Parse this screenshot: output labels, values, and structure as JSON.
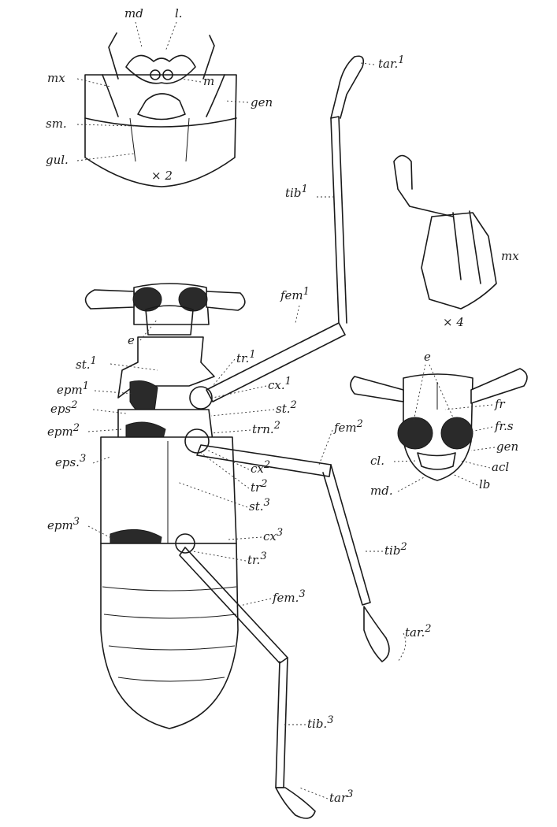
{
  "scales": {
    "head_ventral": "× 2",
    "maxilla": "× 4"
  },
  "head_ventral_labels": {
    "md": "md",
    "l": "l.",
    "mx": "mx",
    "m": "m",
    "gen": "gen",
    "sm": "sm.",
    "gul": "gul."
  },
  "maxilla_labels": {
    "mx": "mx"
  },
  "head_front_labels": {
    "e": "e",
    "fr": "fr",
    "frs": "fr.s",
    "gen": "gen",
    "acl": "acl",
    "cl": "cl.",
    "lb": "lb",
    "md": "md."
  },
  "body_left_labels": {
    "e": "e",
    "st1": "st.",
    "st1_sup": "1",
    "epm1": "epm",
    "epm1_sup": "1",
    "eps2": "eps",
    "eps2_sup": "2",
    "epm2": "epm",
    "epm2_sup": "2",
    "eps3": "eps.",
    "eps3_sup": "3",
    "epm3": "epm",
    "epm3_sup": "3"
  },
  "leg1_labels": {
    "tar1": "tar.",
    "tar1_sup": "1",
    "tib1": "tib",
    "tib1_sup": "1",
    "fem1": "fem",
    "fem1_sup": "1",
    "tr1": "tr.",
    "tr1_sup": "1",
    "cx1": "cx.",
    "cx1_sup": "1"
  },
  "mid_labels": {
    "st2": "st.",
    "st2_sup": "2",
    "trn2": "trn.",
    "trn2_sup": "2",
    "fem2": "fem",
    "fem2_sup": "2",
    "cx2": "cx",
    "cx2_sup": "2",
    "tr2": "tr",
    "tr2_sup": "2",
    "st3": "st.",
    "st3_sup": "3",
    "cx3": "cx",
    "cx3_sup": "3",
    "tr3": "tr.",
    "tr3_sup": "3",
    "tib2": "tib",
    "tib2_sup": "2",
    "tar2": "tar.",
    "tar2_sup": "2",
    "fem3": "fem.",
    "fem3_sup": "3",
    "tib3": "tib.",
    "tib3_sup": "3",
    "tar3": "tar",
    "tar3_sup": "3"
  }
}
